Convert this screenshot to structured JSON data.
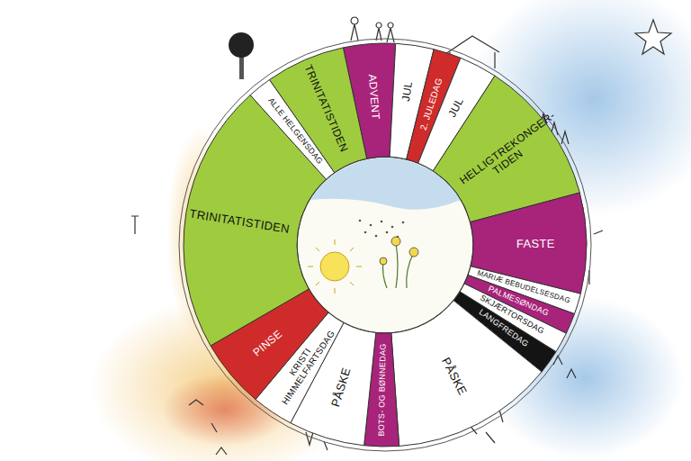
{
  "diagram": {
    "nodes": [
      {
        "text": [
          "ADVENT"
        ]
      },
      {
        "text": [
          "JUL"
        ]
      },
      {
        "text": [
          "2. JULEDAG"
        ]
      },
      {
        "text": [
          "JUL"
        ]
      },
      {
        "text": [
          "HELLIGTREKONGER- TIDEN"
        ]
      },
      {
        "text": [
          "FASTE"
        ]
      },
      {
        "text": [
          "MARIÆ BEBUDELSESDAG"
        ]
      },
      {
        "text": [
          "PALMESØNDAG"
        ]
      },
      {
        "text": [
          "SKJÆRTORSDAG"
        ]
      },
      {
        "text": [
          "LANGFREDAG"
        ]
      },
      {
        "text": [
          "PÅSKE"
        ]
      },
      {
        "text": [
          "BOTS- OG BØNNEDAG"
        ]
      },
      {
        "text": [
          "PÅSKE"
        ]
      },
      {
        "text": [
          "KRISTI HIMMELFARTSDAG"
        ]
      },
      {
        "text": [
          "PINSE"
        ]
      },
      {
        "text": [
          "TRINITATISTIDEN"
        ]
      },
      {
        "text": [
          "ALLE HELGENSDAG"
        ]
      },
      {
        "text": [
          "TRINITATISTIDEN"
        ]
      }
    ]
  }
}
